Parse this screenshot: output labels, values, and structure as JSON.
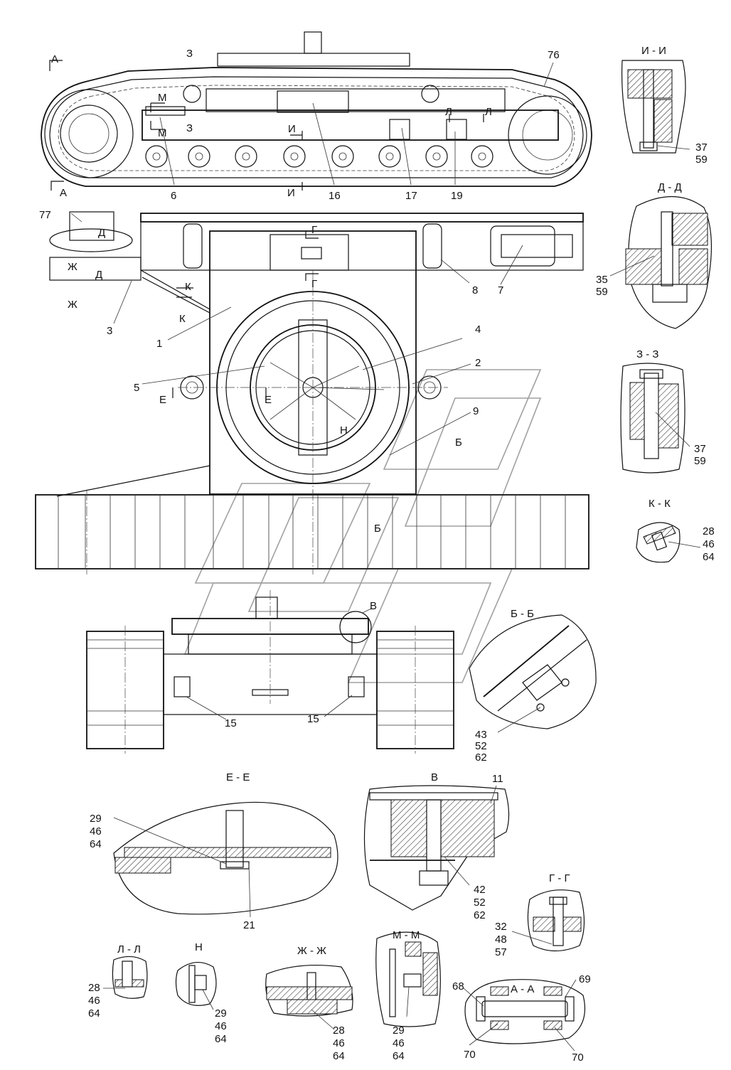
{
  "sections": {
    "i_i": "И - И",
    "d_d": "Д - Д",
    "z_z": "З - З",
    "k_k": "К - К",
    "b_b": "Б - Б",
    "e_e": "Е - Е",
    "v": "В",
    "g_g": "Г - Г",
    "l_l": "Л - Л",
    "n": "Н",
    "zh_zh": "Ж - Ж",
    "m_m": "М - М",
    "a_a": "А - А"
  },
  "cut_letters": {
    "a": "А",
    "z": "З",
    "m": "М",
    "i": "И",
    "l": "Л",
    "d": "Д",
    "zh": "Ж",
    "k": "К",
    "g": "Г",
    "e": "Е",
    "b": "Б",
    "n": "Н",
    "v": "В"
  },
  "callouts": {
    "p1": "1",
    "p2": "2",
    "p3": "3",
    "p4": "4",
    "p5": "5",
    "p6": "6",
    "p7": "7",
    "p8": "8",
    "p9": "9",
    "p11": "11",
    "p15": "15",
    "p16": "16",
    "p17": "17",
    "p19": "19",
    "p21": "21",
    "p68": "68",
    "p69": "69",
    "p70": "70",
    "p76": "76",
    "p77": "77"
  },
  "stacks": {
    "s37_59": [
      "37",
      "59"
    ],
    "s35_59": [
      "35",
      "59"
    ],
    "s28_46_64": [
      "28",
      "46",
      "64"
    ],
    "s43_52_62": [
      "43",
      "52",
      "62"
    ],
    "s29_46_64": [
      "29",
      "46",
      "64"
    ],
    "s42_52_62": [
      "42",
      "52",
      "62"
    ],
    "s32_48_57": [
      "32",
      "48",
      "57"
    ]
  }
}
